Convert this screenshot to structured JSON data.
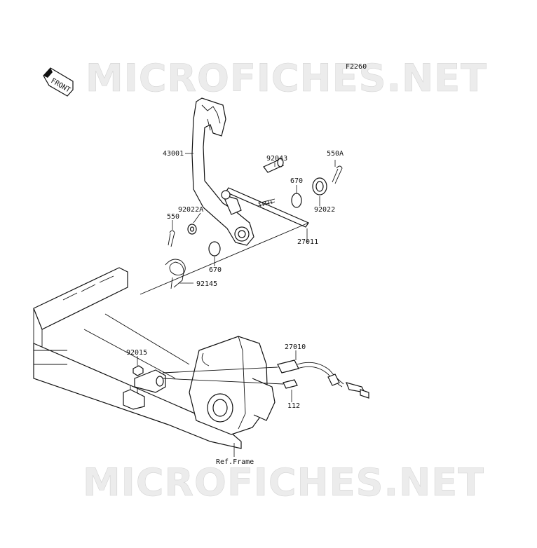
{
  "figure_code": "F2260",
  "front_label": "FRONT",
  "watermark": "MICROFICHES.NET",
  "parts": {
    "p43001": "43001",
    "p92043": "92043",
    "p550A": "550A",
    "p670_top": "670",
    "p92022": "92022",
    "p27011": "27011",
    "p92022A": "92022A",
    "p550": "550",
    "p670_bottom": "670",
    "p92145": "92145",
    "p92015": "92015",
    "p27010": "27010",
    "p112": "112"
  },
  "ref_frame": "Ref.Frame"
}
